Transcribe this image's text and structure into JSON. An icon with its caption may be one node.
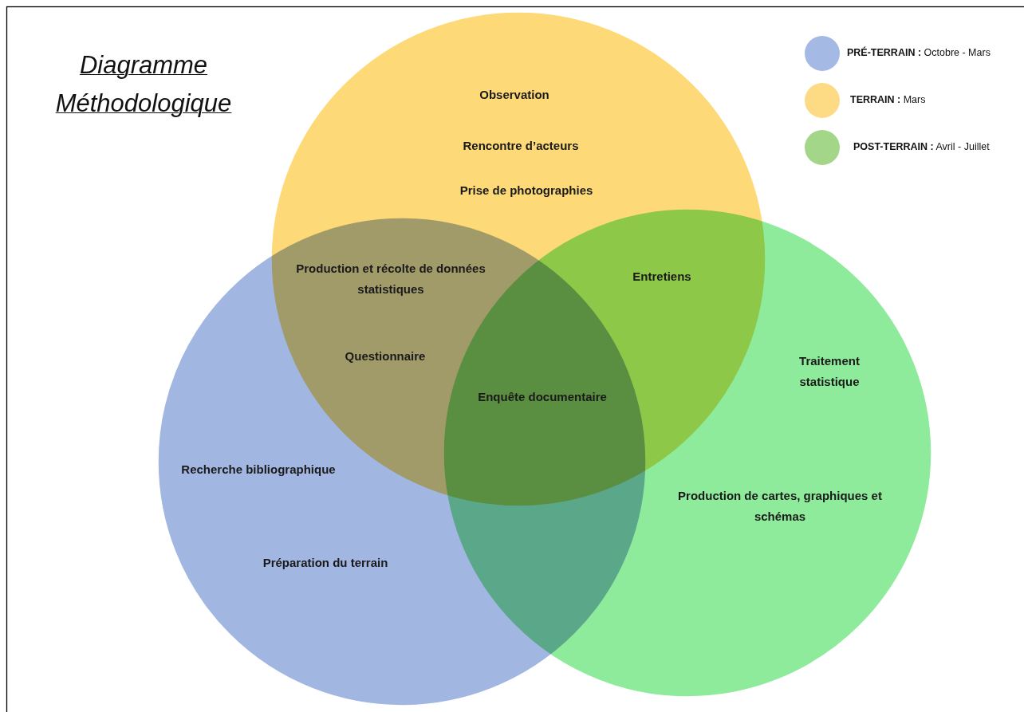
{
  "diagram": {
    "title": "Diagramme Méthodologique",
    "nodes": [
      {
        "text": [
          "Observation",
          "Rencontre d’acteurs",
          "Prise de photographies"
        ]
      },
      {
        "text": [
          "Recherche bibliographique",
          "Préparation du terrain"
        ]
      },
      {
        "text": [
          "Traitement statistique",
          "Production de cartes, graphiques et schémas"
        ]
      }
    ],
    "edges": [],
    "labels": [
      "Production et récolte de données statistiques",
      "Entretiens",
      "Questionnaire",
      "Enquête documentaire"
    ],
    "legend": [
      {
        "text": "**PRÉ-TERRAIN :** Octobre - Mars",
        "color": "#a4b9e3"
      },
      {
        "text": "**TERRAIN :** Mars",
        "color": "#fddb84"
      },
      {
        "text": "**POST-TERRAIN :** Avril - Juillet",
        "color": "#a4d68a"
      }
    ]
  }
}
